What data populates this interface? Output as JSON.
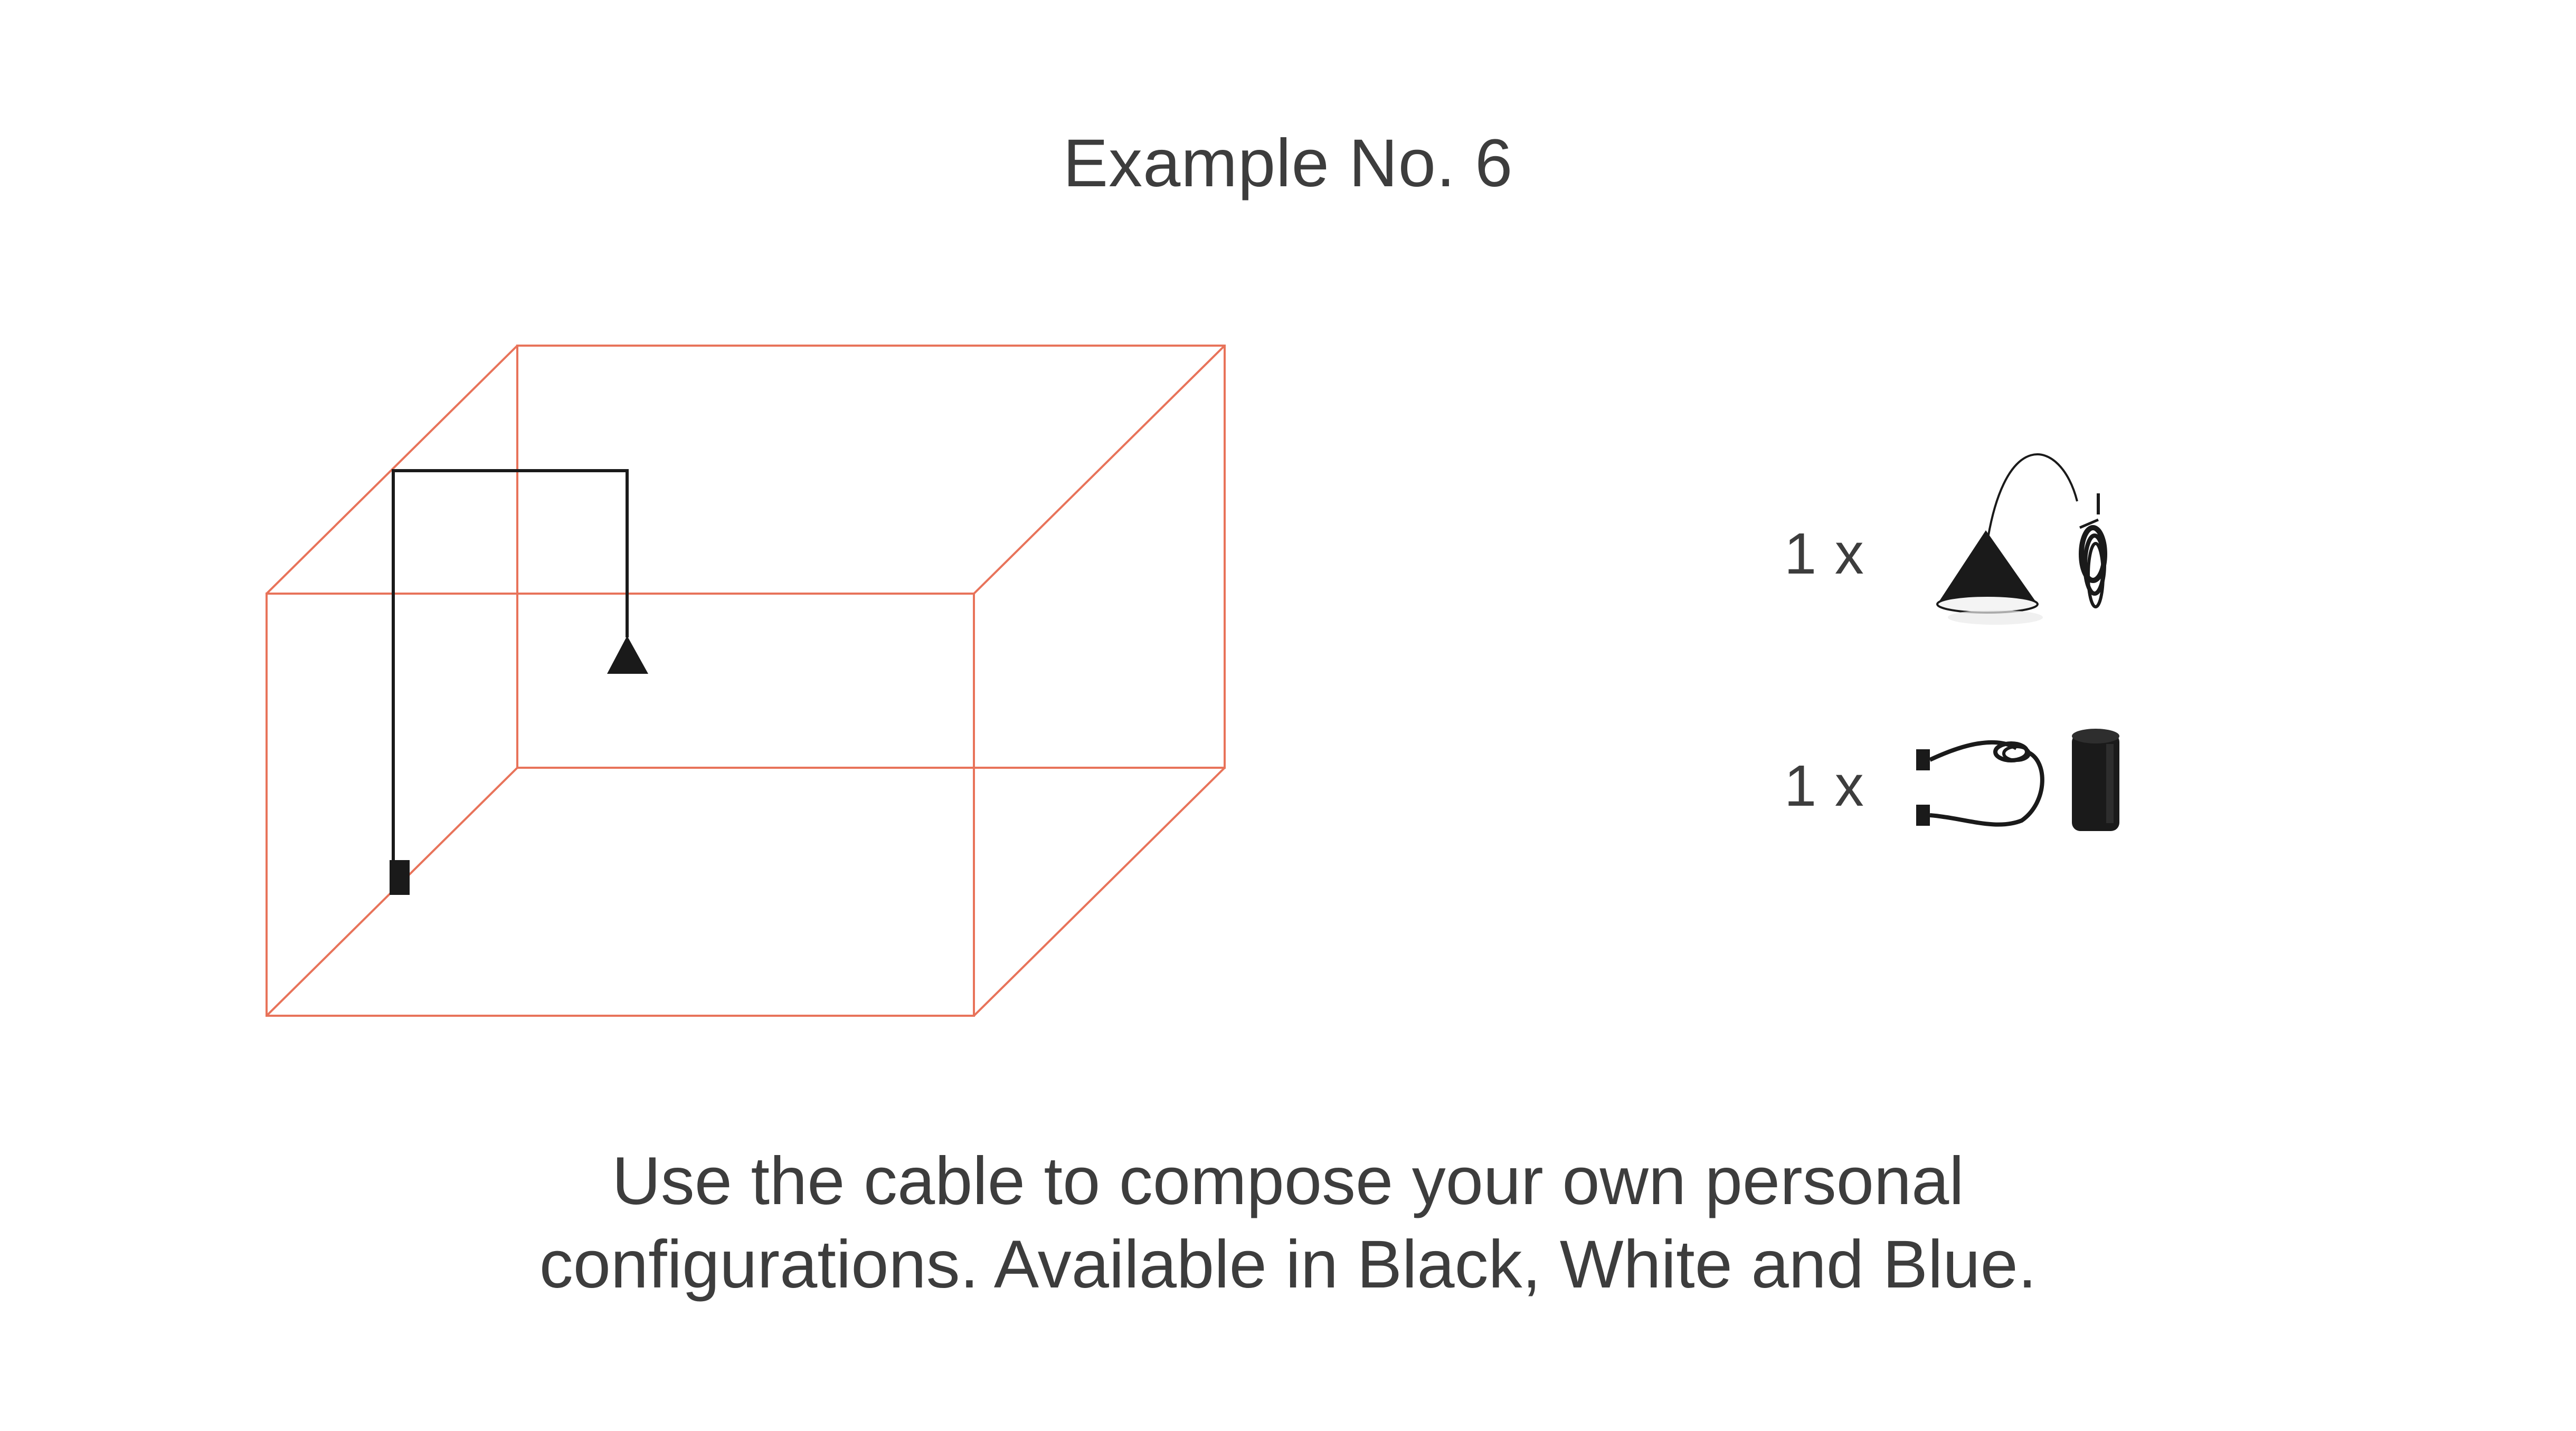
{
  "title": "Example No. 6",
  "components": [
    {
      "quantity_label": "1 x",
      "icon": "cone-pendant-lamp-with-coiled-cable-icon"
    },
    {
      "quantity_label": "1 x",
      "icon": "power-cable-and-cylindrical-canopy-icon"
    }
  ],
  "caption_line1": "Use the cable  to compose your own personal",
  "caption_line2": "configurations. Available in Black, White and Blue.",
  "colors": {
    "room_outline": "#e8735a",
    "cable": "#1a1a1a",
    "text": "#3d3d3d",
    "background": "#ffffff"
  }
}
